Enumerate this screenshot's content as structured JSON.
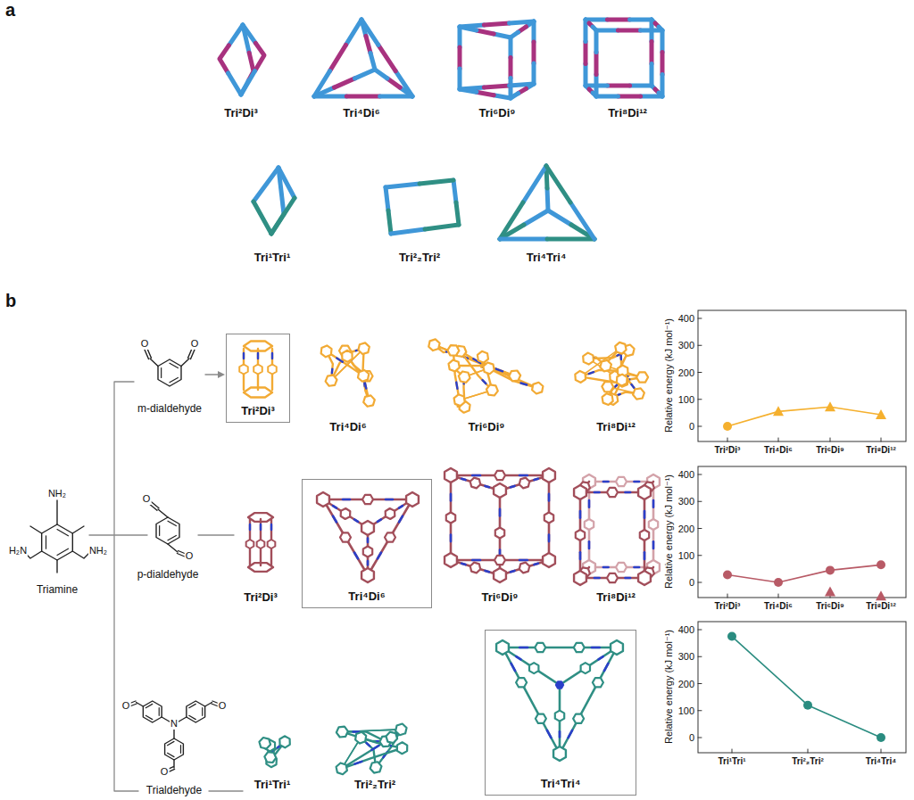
{
  "diagram": {
    "nodes": [
      {
        "text": [
          "Tri²Di³"
        ]
      },
      {
        "text": [
          "Tri⁴Di⁶"
        ]
      },
      {
        "text": [
          "Tri⁴Tri⁴"
        ]
      }
    ],
    "labels": [
      "a",
      "Tri²Di³",
      "Tri⁴Di⁶",
      "Tri⁶Di⁹",
      "Tri⁸Di¹²",
      "Tri¹Tri¹",
      "Tri²₂Tri²",
      "Tri⁴Tri⁴",
      "b",
      "m-dialdehyde",
      "p-dialdehyde",
      "Triamine",
      "Trialdehyde",
      "O",
      "O",
      "O",
      "O",
      "NH₂",
      "H₂N",
      "NH₂",
      "O",
      "O",
      "O",
      "N",
      "Tri⁴Di⁶",
      "Tri⁶Di⁹",
      "Tri⁸Di¹²",
      "Tri²Di³",
      "Tri⁶Di⁹",
      "Tri⁸Di¹²",
      "Tri¹Tri¹",
      "Tri²₂Tri²",
      "Relative energy (kJ mol⁻¹)",
      "400",
      "300",
      "200",
      "100",
      "0",
      "Tri²Di³",
      "Tri⁴Di⁶",
      "Tri⁶Di⁹",
      "Tri⁸Di¹²",
      "Relative energy (kJ mol⁻¹)",
      "400",
      "300",
      "200",
      "100",
      "0",
      "Tri²Di³",
      "Tri⁴Di⁶",
      "Tri⁶Di⁹",
      "Tri⁸Di¹²",
      "Relative energy (kJ mol⁻¹)",
      "400",
      "300",
      "200",
      "100",
      "0",
      "Tri¹Tri¹",
      "Tri²₂Tri²",
      "Tri⁴Tri⁴"
    ]
  }
}
